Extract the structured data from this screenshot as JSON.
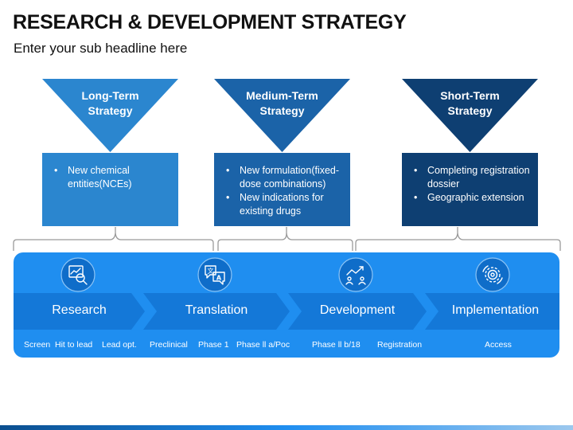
{
  "title": "RESEARCH & DEVELOPMENT STRATEGY",
  "subtitle": "Enter your sub headline here",
  "strategies": [
    {
      "line1": "Long-Term",
      "line2": "Strategy",
      "color": "#2b86cf",
      "bullets": [
        "New chemical entities(NCEs)"
      ]
    },
    {
      "line1": "Medium-Term",
      "line2": "Strategy",
      "color": "#1b63a8",
      "bullets": [
        "New formulation(fixed-dose combinations)",
        "New indications for existing drugs"
      ]
    },
    {
      "line1": "Short-Term",
      "line2": "Strategy",
      "color": "#0e3f72",
      "bullets": [
        "Completing registration dossier",
        "Geographic extension"
      ]
    }
  ],
  "stages": [
    {
      "label": "Research",
      "icon": "research-analysis-icon"
    },
    {
      "label": "Translation",
      "icon": "translation-icon"
    },
    {
      "label": "Development",
      "icon": "development-chart-icon"
    },
    {
      "label": "Implementation",
      "icon": "implementation-gear-icon"
    }
  ],
  "sublabels": [
    "Screen",
    "Hit to lead",
    "Lead opt.",
    "Preclinical",
    "Phase 1",
    "Phase ll a/Poc",
    "Phase ll b/18",
    "Registration",
    "Access"
  ],
  "colors": {
    "band": "#1f8ef0",
    "chevron": "#1a7fe0",
    "text": "#111111"
  }
}
